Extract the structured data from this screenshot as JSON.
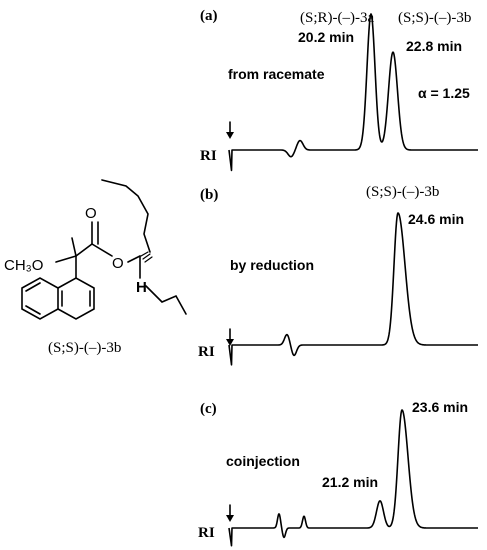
{
  "chart_data": [
    {
      "type": "line",
      "panel": "(a)",
      "annotation": "from racemate",
      "detector_label": "RI",
      "peaks": [
        {
          "label": "(S;R)-(–)-3a",
          "retention_time": "20.2 min",
          "relative_height": 1.0
        },
        {
          "label": "(S;S)-(–)-3b",
          "retention_time": "22.8 min",
          "relative_height": 0.72
        }
      ],
      "separation_factor": "α = 1.25"
    },
    {
      "type": "line",
      "panel": "(b)",
      "annotation": "by reduction",
      "detector_label": "RI",
      "peaks": [
        {
          "label": "(S;S)-(–)-3b",
          "retention_time": "24.6 min",
          "relative_height": 1.0
        }
      ]
    },
    {
      "type": "line",
      "panel": "(c)",
      "annotation": "coinjection",
      "detector_label": "RI",
      "peaks": [
        {
          "label": "",
          "retention_time": "21.2 min",
          "relative_height": 0.23
        },
        {
          "label": "",
          "retention_time": "23.6 min",
          "relative_height": 1.0
        }
      ]
    }
  ],
  "structure": {
    "label": "(S;S)-(–)-3b",
    "atoms": {
      "methoxy": "CH₃O",
      "ester_oxygen": "O",
      "carbonyl_oxygen": "O",
      "hydrogen": "H"
    }
  }
}
